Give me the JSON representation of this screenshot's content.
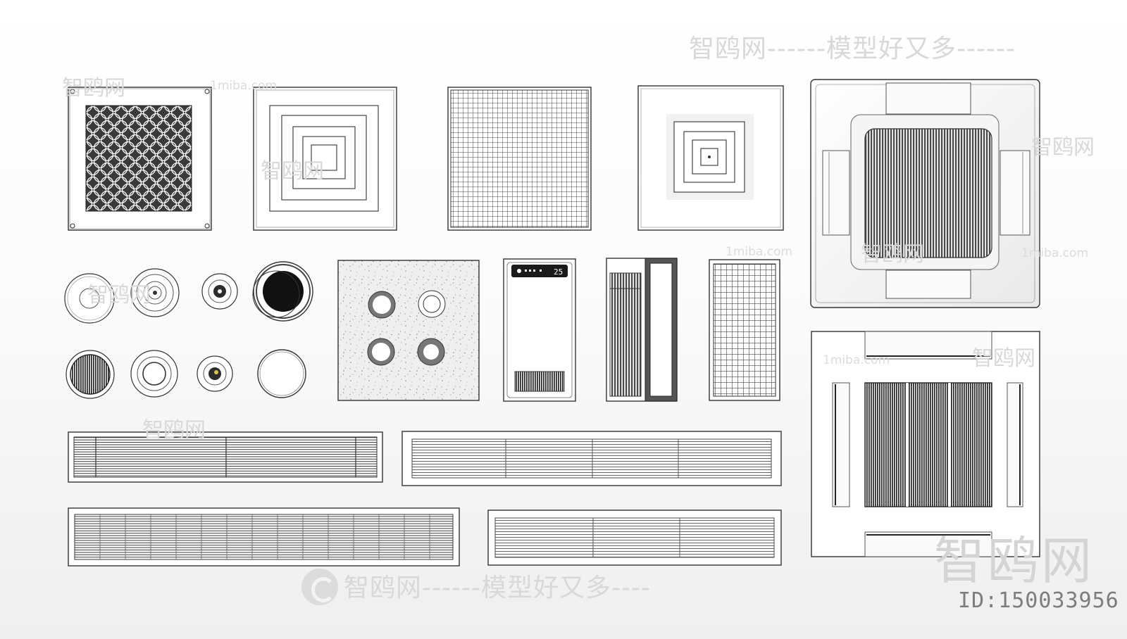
{
  "watermarks": {
    "top_banner": "智鸥网------模型好又多------",
    "bottom_banner": "智鸥网------模型好又多----",
    "brand_short": "智鸥网",
    "site": "1miba.com",
    "big_brand": "智鸥网"
  },
  "image_id": "ID:150033956",
  "panel_readout": "25",
  "colors": {
    "line": "#333333",
    "dark_fill": "#3a3a3a",
    "mid_grey": "#777777",
    "speckle_panel": "#eeeeee",
    "watermark": "#d8d8d8",
    "id_text": "#7d7d7d"
  },
  "icons": [
    "circle-lattice-vent-icon",
    "square-diffuser-icon",
    "egg-crate-grille-icon",
    "recessed-square-diffuser-icon",
    "cassette-ac-icon",
    "round-diffuser-icon",
    "dual-vent-panel-icon",
    "bath-heater-panel-icon",
    "louver-grille-icon",
    "linear-slot-grille-icon"
  ]
}
